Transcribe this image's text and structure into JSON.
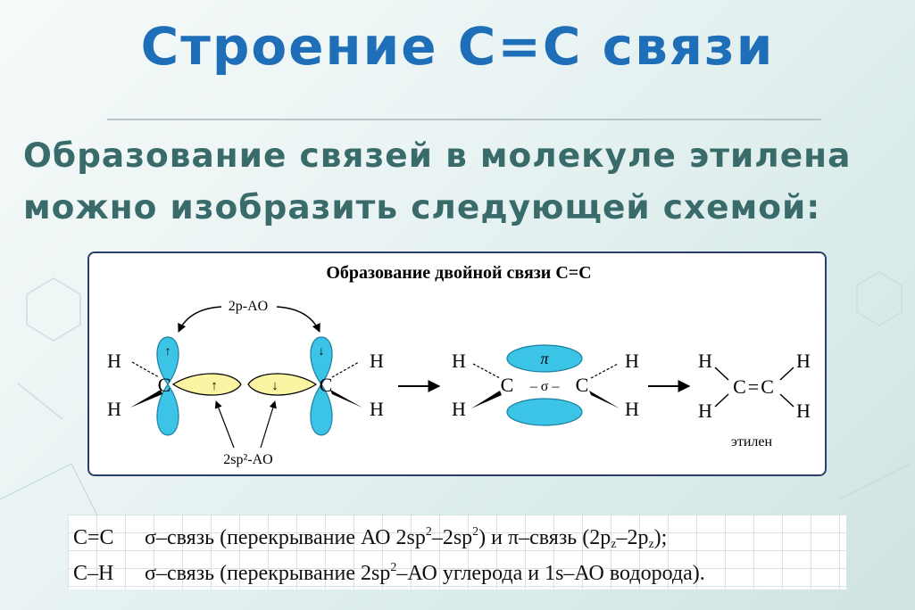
{
  "title": "Строение С=С связи",
  "subtitle_line1": "Образование связей в молекуле этилена",
  "subtitle_line2": "можно изобразить следующей схемой:",
  "diagram": {
    "heading": "Образование двойной связи С=С",
    "label_2p": "2p-AO",
    "label_2sp2": "2sp²-AO",
    "atom_C": "C",
    "atom_H": "H",
    "arrow_up": "↑",
    "arrow_down": "↓",
    "pi_label": "π",
    "sigma_bond": "– σ –",
    "double_bond": "C=C",
    "product_label": "этилен"
  },
  "formulas": {
    "row1": {
      "bond": "C=C",
      "sigma": "σ–связь (перекрывание АО 2sp",
      "sup1": "2",
      "dash": "–2sp",
      "sup2": "2",
      "and_pi": ") и π–связь (2p",
      "sub1": "z",
      "mid": "–2p",
      "sub2": "z",
      "end": ");"
    },
    "row2": {
      "bond": "C–H",
      "sigma": "σ–связь (перекрывание 2sp",
      "sup1": "2",
      "rest": "–АО углерода и 1s–АО водорода)."
    }
  },
  "colors": {
    "title": "#1f6fb8",
    "subtitle": "#3a6b6b",
    "p_orbital": "#3bc4e6",
    "sp2_orbital": "#fbf4a3",
    "box_border": "#2b3f6e"
  }
}
